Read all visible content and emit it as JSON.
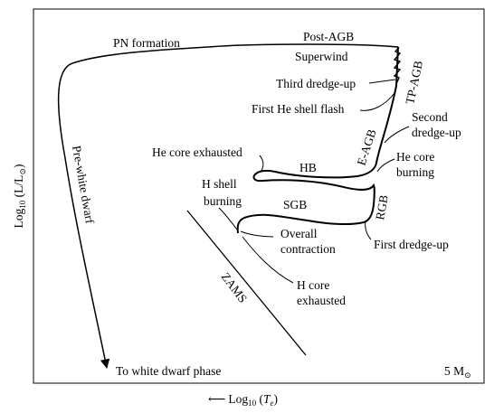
{
  "figure": {
    "y_axis": {
      "prefix": "Log",
      "sub": "10",
      "main": " (L/L",
      "sym": "⊙",
      "close": ")"
    },
    "x_axis": {
      "arrow": "⟵",
      "prefix": "Log",
      "sub": "10",
      "open": " (",
      "var": "T",
      "varsub": "e",
      "close": ")"
    },
    "mass": {
      "value": "5 M",
      "sym": "⊙"
    }
  },
  "labels": {
    "post_agb": "Post-AGB",
    "pn_formation": "PN formation",
    "superwind": "Superwind",
    "third_dredge_up": "Third dredge-up",
    "first_he_shell_flash": "First He shell flash",
    "tp_agb": "TP-AGB",
    "second_dredge_up_1": "Second",
    "second_dredge_up_2": "dredge-up",
    "he_core_exhausted": "He core exhausted",
    "hb": "HB",
    "e_agb": "E-AGB",
    "he_core_burning_1": "He core",
    "he_core_burning_2": "burning",
    "h_shell_burning_1": "H shell",
    "h_shell_burning_2": "burning",
    "sgb": "SGB",
    "rgb": "RGB",
    "overall_contraction_1": "Overall",
    "overall_contraction_2": "contraction",
    "first_dredge_up": "First dredge-up",
    "h_core_exhausted_1": "H core",
    "h_core_exhausted_2": "exhausted",
    "zams": "ZAMS",
    "pre_white_dwarf": "Pre-white dwarf",
    "to_white_dwarf_phase": "To white dwarf phase"
  }
}
